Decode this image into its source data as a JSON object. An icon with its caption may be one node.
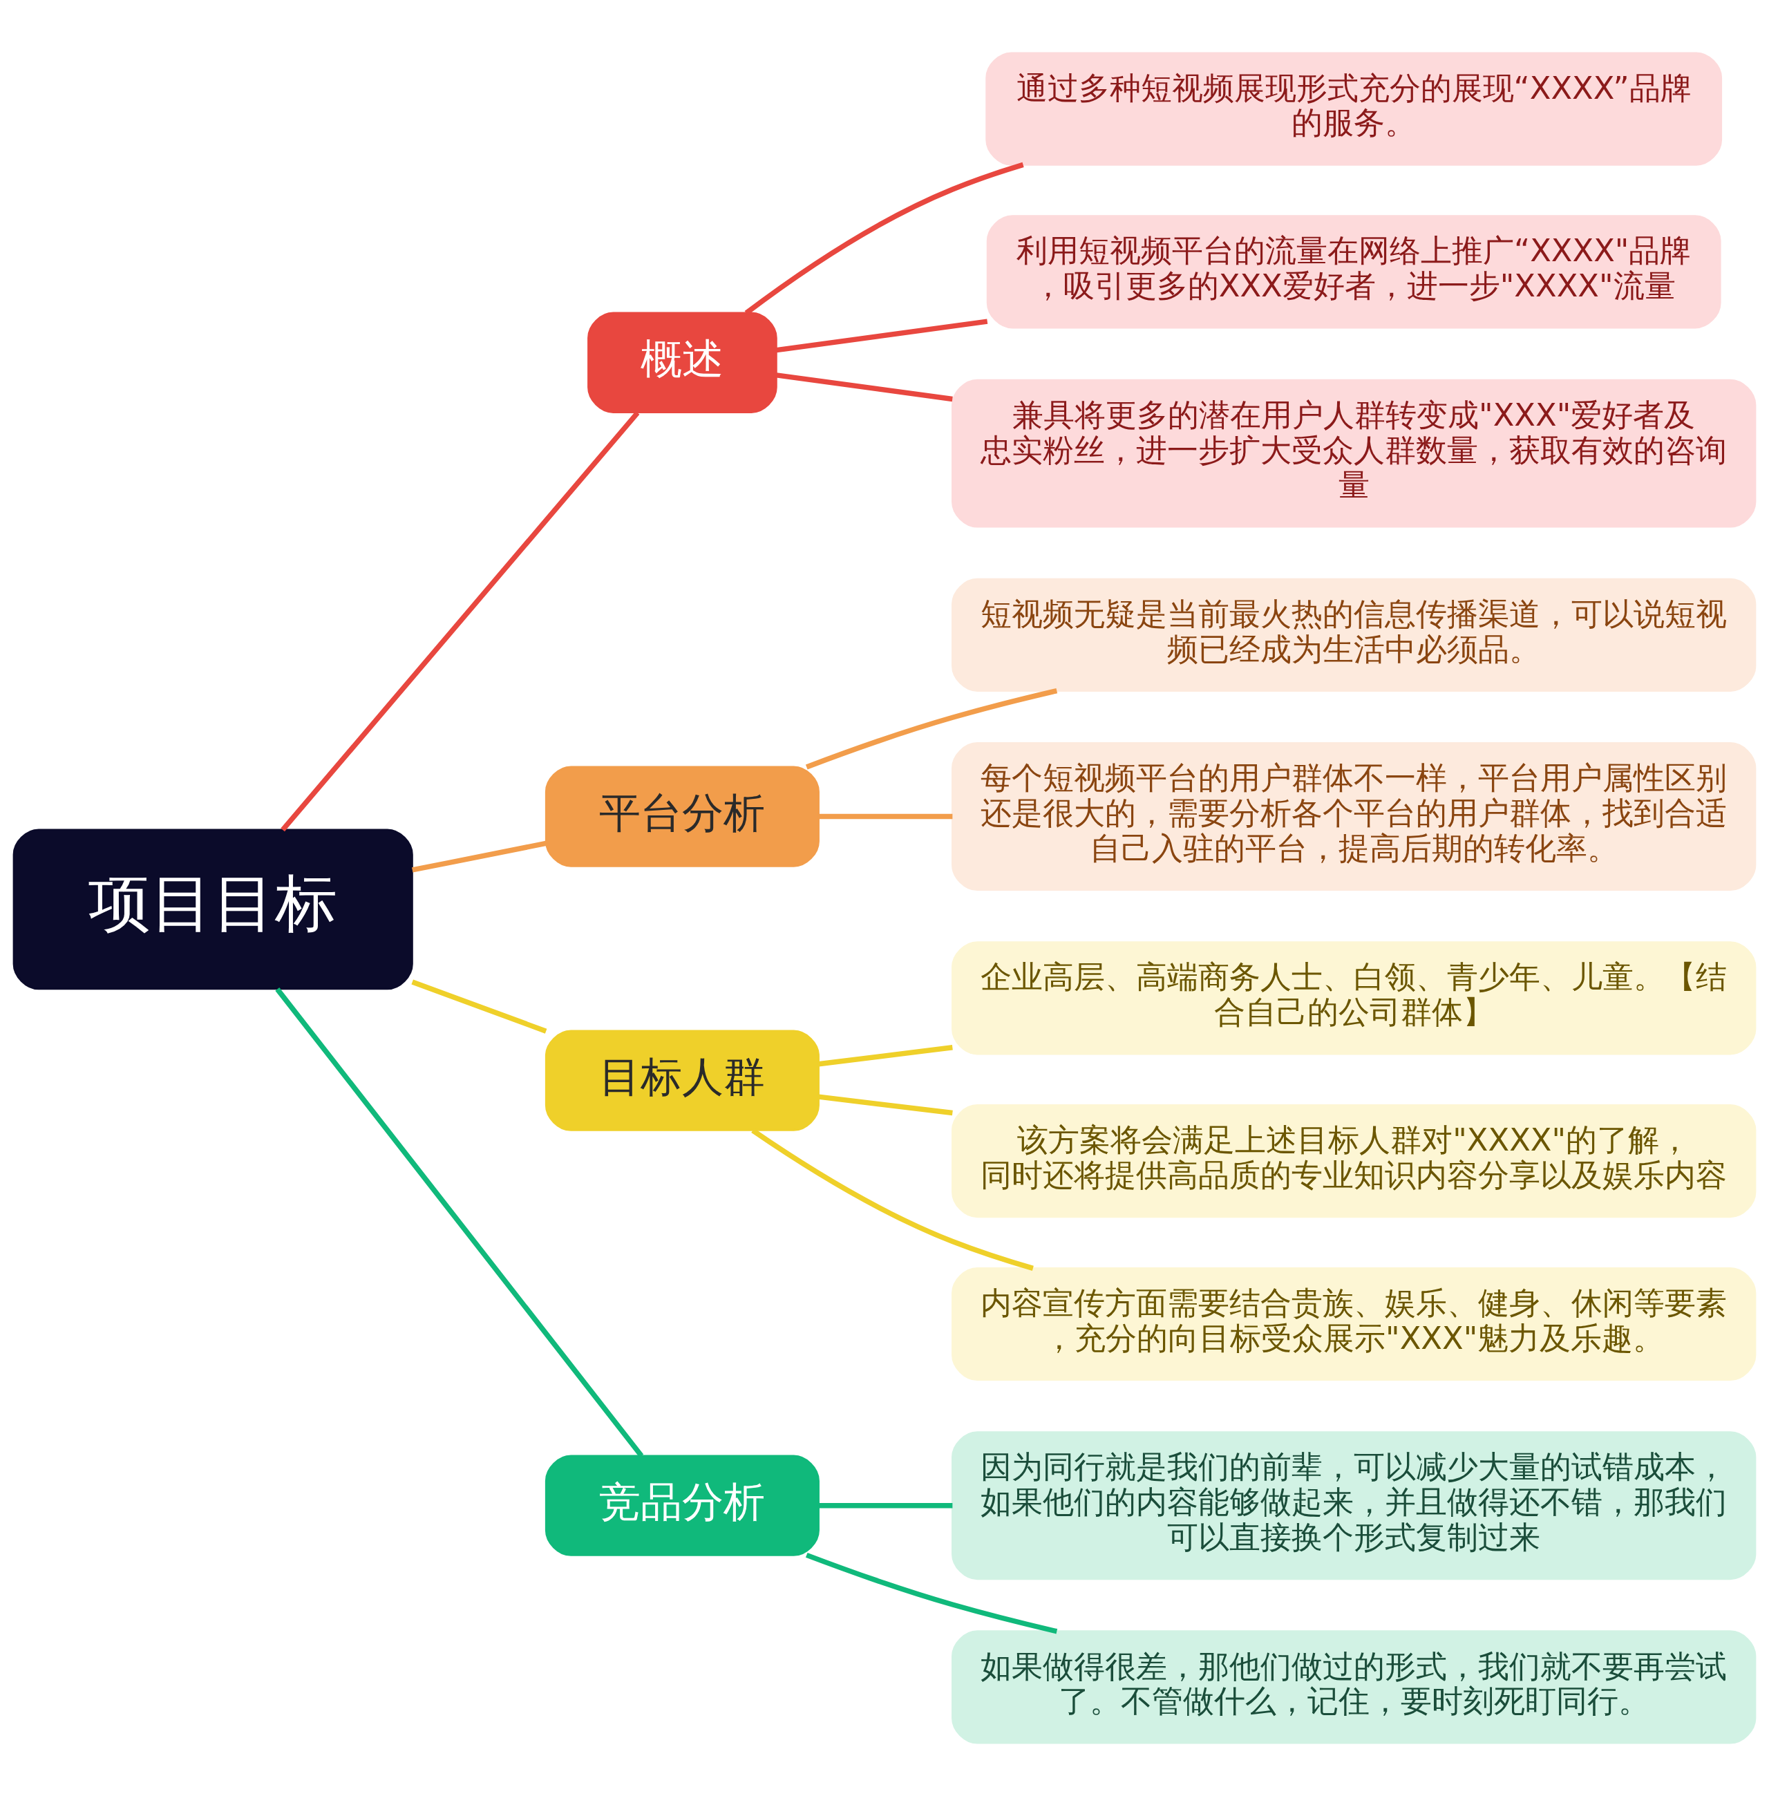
{
  "diagram": {
    "nodes": [
      {
        "text": [
          "项目目标"
        ]
      },
      {
        "text": [
          "概述"
        ]
      },
      {
        "text": [
          "通过多种短视频展现形式充分的展现“XXXX”品牌的服务。"
        ]
      },
      {
        "text": [
          "利用短视频平台的流量在网络上推广“XXXX\"品牌，吸引更多的XXX爱好者，进一步\"XXXX\"流量"
        ]
      },
      {
        "text": [
          "兼具将更多的潜在用户人群转变成\"XXX\"爱好者及忠实粉丝，进一步扩大受众人群数量，获取有效的咨询量"
        ]
      },
      {
        "text": [
          "平台分析"
        ]
      },
      {
        "text": [
          "短视频无疑是当前最火热的信息传播渠道，可以说短视频已经成为生活中必须品。"
        ]
      },
      {
        "text": [
          "每个短视频平台的用户群体不一样，平台用户属性区别还是很大的，需要分析各个平台的用户群体，找到合适自己入驻的平台，提高后期的转化率。"
        ]
      },
      {
        "text": [
          "目标人群"
        ]
      },
      {
        "text": [
          "企业高层、高端商务人士、白领、青少年、儿童。【结合自己的公司群体】"
        ]
      },
      {
        "text": [
          "该方案将会满足上述目标人群对\"XXXX\"的了解，同时还将提供高品质的专业知识内容分享以及娱乐内容"
        ]
      },
      {
        "text": [
          "内容宣传方面需要结合贵族、娱乐、健身、休闲等要素，充分的向目标受众展示\"XXX\"魅力及乐趣。"
        ]
      },
      {
        "text": [
          "竞品分析"
        ]
      },
      {
        "text": [
          "因为同行就是我们的前辈，可以减少大量的试错成本，如果他们的内容能够做起来，并且做得还不错，那我们可以直接换个形式复制过来"
        ]
      },
      {
        "text": [
          "如果做得很差，那他们做过的形式，我们就不要再尝试了。不管做什么，记住，要时刻死盯同行。"
        ]
      }
    ],
    "edges": [
      {
        "from": 0,
        "to": 1,
        "arrow": "none",
        "color": "#e8473f"
      },
      {
        "from": 1,
        "to": 2,
        "arrow": "none",
        "color": "#e8473f"
      },
      {
        "from": 1,
        "to": 3,
        "arrow": "none",
        "color": "#e8473f"
      },
      {
        "from": 1,
        "to": 4,
        "arrow": "none",
        "color": "#e8473f"
      },
      {
        "from": 0,
        "to": 5,
        "arrow": "none",
        "color": "#f29d4b"
      },
      {
        "from": 5,
        "to": 6,
        "arrow": "none",
        "color": "#f29d4b"
      },
      {
        "from": 5,
        "to": 7,
        "arrow": "none",
        "color": "#f29d4b"
      },
      {
        "from": 0,
        "to": 8,
        "arrow": "none",
        "color": "#efd02a"
      },
      {
        "from": 8,
        "to": 9,
        "arrow": "none",
        "color": "#efd02a"
      },
      {
        "from": 8,
        "to": 10,
        "arrow": "none",
        "color": "#efd02a"
      },
      {
        "from": 8,
        "to": 11,
        "arrow": "none",
        "color": "#efd02a"
      },
      {
        "from": 0,
        "to": 12,
        "arrow": "none",
        "color": "#10b97b"
      },
      {
        "from": 12,
        "to": 13,
        "arrow": "none",
        "color": "#10b97b"
      },
      {
        "from": 12,
        "to": 14,
        "arrow": "none",
        "color": "#10b97b"
      }
    ]
  }
}
